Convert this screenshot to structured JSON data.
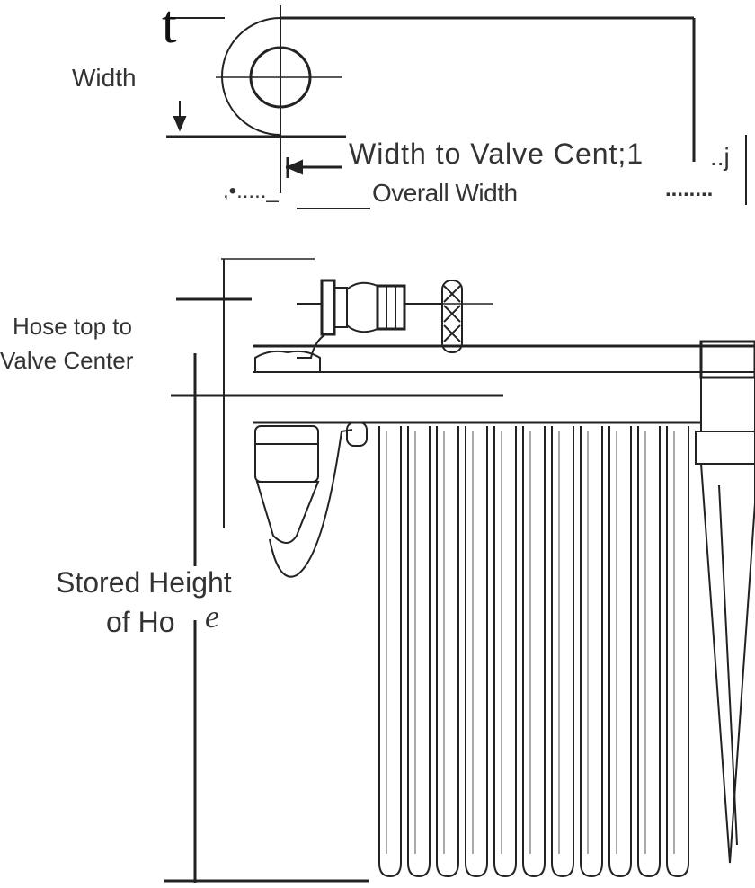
{
  "labels": {
    "t_mark": "t",
    "width": "Width",
    "width_to_valve_center": "Width to Valve Cent;1",
    "width_to_valve_center_tail": "..j",
    "overall_width_lead": ",•....._",
    "overall_width": "Overall Width",
    "overall_width_tail": "........",
    "hose_top_line1": "Hose top to",
    "hose_top_line2": "Valve Center",
    "stored_height_line1": "Stored Height",
    "stored_height_line2": "of Ho",
    "stored_height_e": "e"
  },
  "colors": {
    "ink": "#222222",
    "label": "#333333",
    "background": "#ffffff"
  }
}
